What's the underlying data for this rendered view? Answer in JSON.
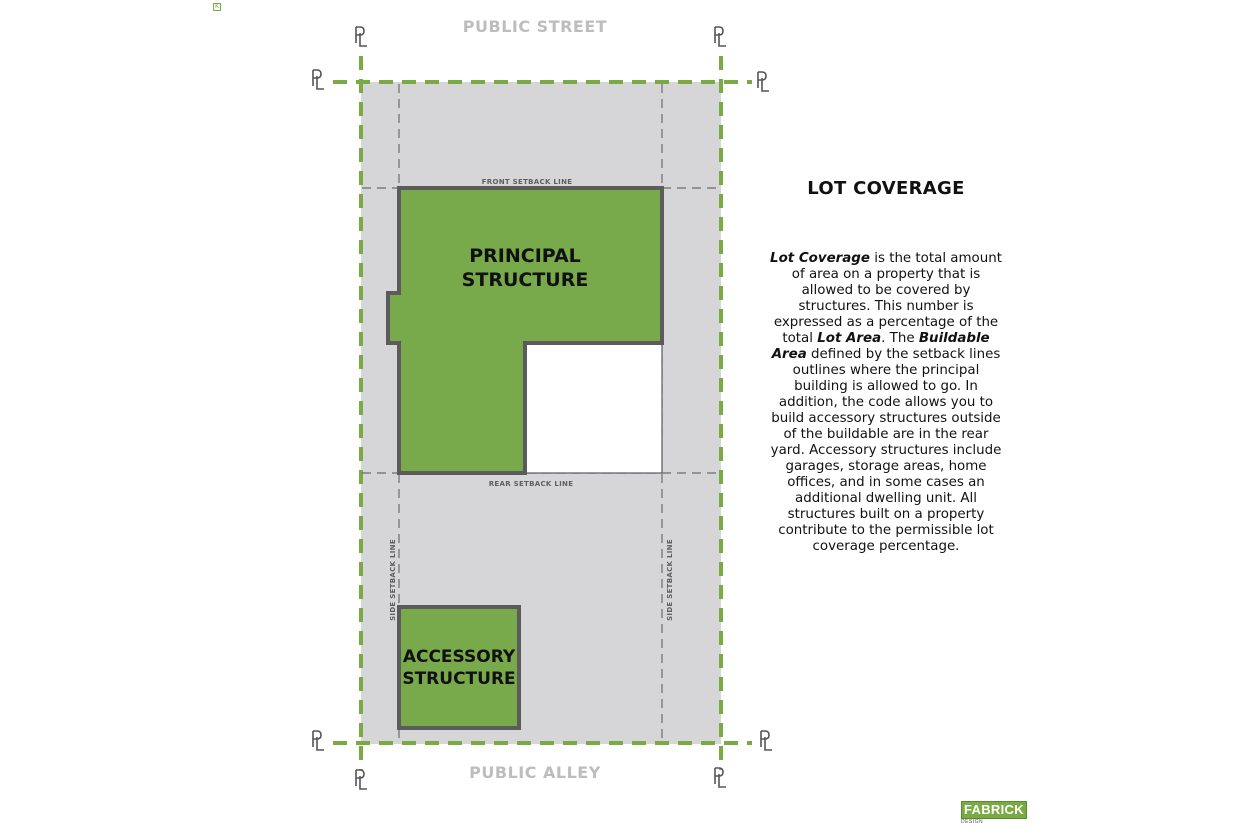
{
  "diagram": {
    "street_label": "PUBLIC STREET",
    "alley_label": "PUBLIC ALLEY",
    "front_setback_label": "FRONT SETBACK LINE",
    "rear_setback_label": "REAR SETBACK LINE",
    "side_setback_label_left": "SIDE SETBACK LINE",
    "side_setback_label_right": "SIDE SETBACK LINE",
    "principal_structure_label_line1": "PRINCIPAL",
    "principal_structure_label_line2": "STRUCTURE",
    "accessory_structure_label_line1": "ACCESSORY",
    "accessory_structure_label_line2": "STRUCTURE",
    "property_line_symbol": "PL",
    "colors": {
      "lot_fill": "#d6d6d9",
      "property_line": "#7aaa44",
      "structure_fill": "#78a94a",
      "structure_outline": "#5b5b5b",
      "setback_line": "#6b6b6b"
    }
  },
  "info": {
    "title": "LOT COVERAGE",
    "body_parts": [
      {
        "text": "Lot Coverage",
        "emphasis": true
      },
      {
        "text": " is the total amount of area on a property that is allowed to be covered by structures. This number is expressed as a percentage of the total ",
        "emphasis": false
      },
      {
        "text": "Lot Area",
        "emphasis": true
      },
      {
        "text": ". The ",
        "emphasis": false
      },
      {
        "text": "Buildable Area",
        "emphasis": true
      },
      {
        "text": " defined by the setback lines outlines where the principal building is allowed to go. In addition, the code allows you to build accessory structures outside of the buildable are in the rear yard. Accessory structures include garages, storage areas, home offices, and in some cases an additional dwelling unit. All structures built on a property contribute to the permissible lot coverage percentage.",
        "emphasis": false
      }
    ]
  },
  "logo": {
    "name": "FABRICK",
    "subtitle": "DESIGN"
  },
  "corner_mark_glyph": "K"
}
